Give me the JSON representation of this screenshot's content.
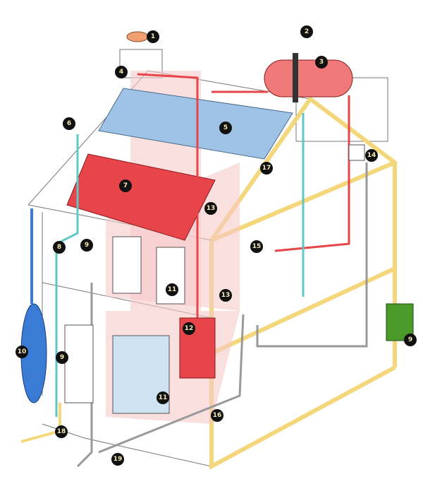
{
  "colors": {
    "solar_thermal": "#e8454a",
    "pv": "#9fc3e6",
    "rainwater": "#3a7bd5",
    "greywater": "#5fc7c4",
    "vent": "#f6c9c9",
    "structure": "#f4d77a",
    "bin": "#4a9a2a"
  },
  "markers": {
    "m1": "1",
    "m2": "2",
    "m3": "3",
    "m4": "4",
    "m5": "5",
    "m6": "6",
    "m7": "7",
    "m8": "8",
    "m9a": "9",
    "m9b": "9",
    "m9c": "9",
    "m10": "10",
    "m11a": "11",
    "m11b": "11",
    "m12": "12",
    "m13a": "13",
    "m13b": "13",
    "m14": "14",
    "m15": "15",
    "m16": "16",
    "m17": "17",
    "m18": "18",
    "m19": "19"
  }
}
